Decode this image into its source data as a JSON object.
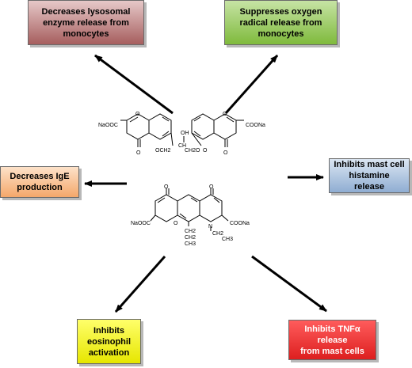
{
  "effects": {
    "lysosomal": {
      "lines": [
        "Decreases lysosomal",
        "enzyme release from",
        "monocytes"
      ],
      "fill": "#a65e5e",
      "fill_light": "#e6c8c8"
    },
    "oxygen": {
      "lines": [
        "Suppresses oxygen",
        "radical release from",
        "monocytes"
      ],
      "fill": "#7fba3c",
      "fill_light": "#c6e3a4"
    },
    "ige": {
      "lines": [
        "Decreases IgE",
        "production"
      ],
      "fill": "#f4a76a",
      "fill_light": "#fde2c9"
    },
    "mast_cell": {
      "lines": [
        "Inhibits mast cell",
        "histamine release"
      ],
      "fill": "#8fadd2",
      "fill_light": "#dbe6f2"
    },
    "eosinophil": {
      "lines": [
        "Inhibits",
        "eosinophil",
        "activation"
      ],
      "fill": "#e6e600",
      "fill_light": "#ffff6a"
    },
    "tnf": {
      "lines": [
        "Inhibits TNFα release",
        "from mast cells"
      ],
      "fill": "#dd1f1f",
      "fill_light": "#ff5c5c"
    }
  },
  "molecule_top": {
    "left_substituent": "NaOOC",
    "right_substituent": "COONa",
    "left_carbonyl": "O",
    "right_carbonyl": "O",
    "ring_o_left": "O",
    "ring_o_right": "O",
    "linker_left": "OCH2",
    "linker_oh": "OH",
    "linker_right": "CH2O",
    "linker_mid": "CH",
    "linker_o_right": "O"
  },
  "molecule_bottom": {
    "left_substituent": "NaOOC",
    "right_substituent": "COONa",
    "top_o_left": "O",
    "top_o_right": "O",
    "ring_o": "O",
    "ring_n": "N",
    "n_chain": [
      "CH2",
      "CH3"
    ],
    "alkyl_chain": [
      "CH2",
      "CH2",
      "CH3"
    ]
  }
}
